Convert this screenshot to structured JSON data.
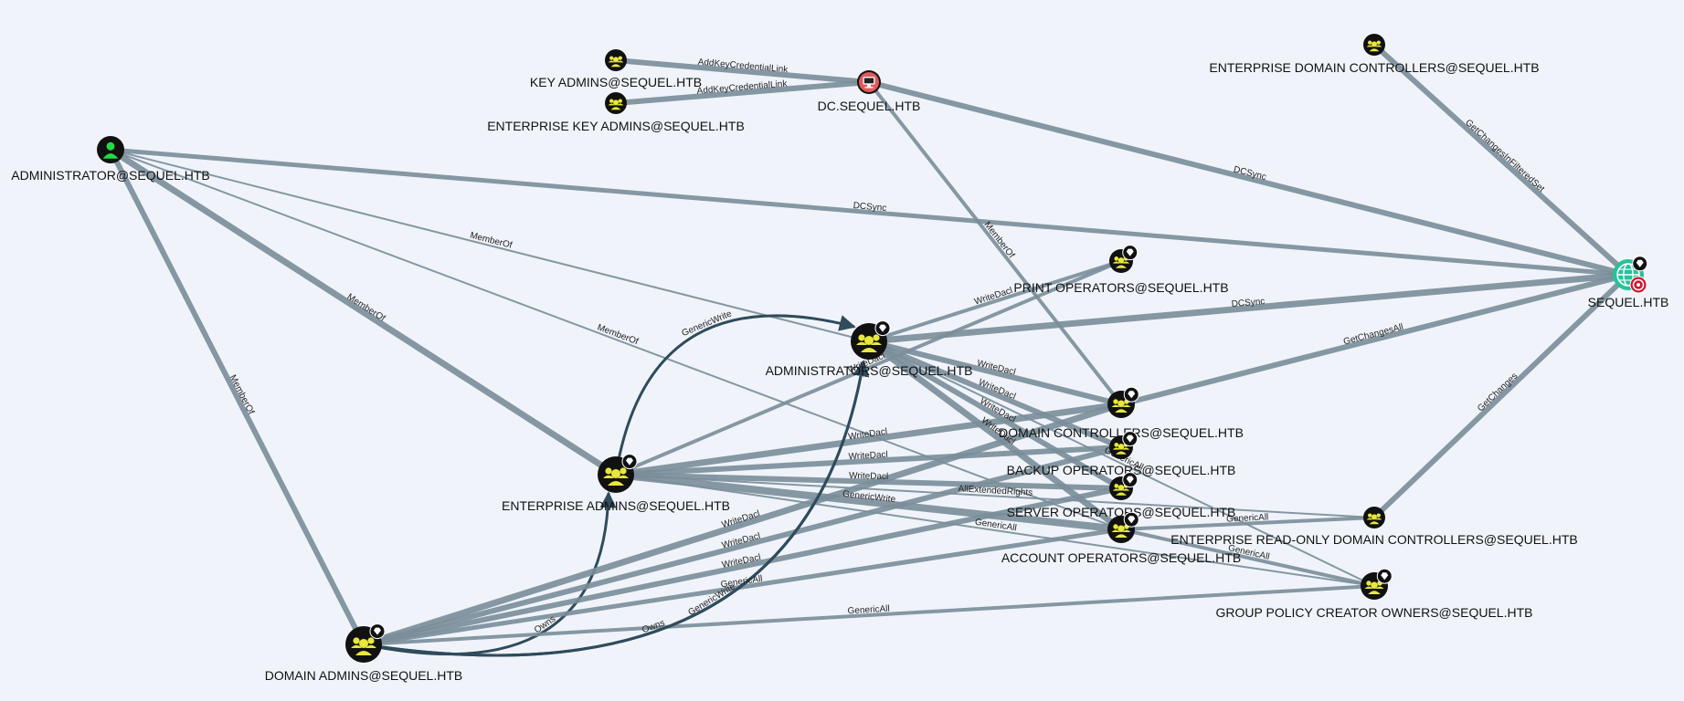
{
  "colors": {
    "background": "#f0f4fa",
    "edge": "#7a8e9a",
    "edge_highlight": "#2f4b5c",
    "group_fill": "#e8e83a",
    "user_fill": "#22dd44",
    "computer_fill": "#e05a5a",
    "domain_fill": "#26c29a",
    "target_badge": "#d0142c"
  },
  "nodes": [
    {
      "id": "key_admins",
      "label": "KEY ADMINS@SEQUEL.HTB",
      "kind": "group",
      "icon": "group-icon",
      "badge": false
    },
    {
      "id": "ent_key_admins",
      "label": "ENTERPRISE KEY ADMINS@SEQUEL.HTB",
      "kind": "group",
      "icon": "group-icon",
      "badge": false
    },
    {
      "id": "dc",
      "label": "DC.SEQUEL.HTB",
      "kind": "computer",
      "icon": "computer-icon",
      "badge": false
    },
    {
      "id": "edc",
      "label": "ENTERPRISE DOMAIN CONTROLLERS@SEQUEL.HTB",
      "kind": "group",
      "icon": "group-icon",
      "badge": false
    },
    {
      "id": "administrator",
      "label": "ADMINISTRATOR@SEQUEL.HTB",
      "kind": "user",
      "icon": "user-icon",
      "badge": false
    },
    {
      "id": "sequel",
      "label": "SEQUEL.HTB",
      "kind": "domain",
      "icon": "domain-icon",
      "badge": true,
      "target": true
    },
    {
      "id": "print_ops",
      "label": "PRINT OPERATORS@SEQUEL.HTB",
      "kind": "group",
      "icon": "group-icon",
      "badge": true
    },
    {
      "id": "administrators",
      "label": "ADMINISTRATORS@SEQUEL.HTB",
      "kind": "group",
      "icon": "group-icon",
      "badge": true
    },
    {
      "id": "dcs",
      "label": "DOMAIN CONTROLLERS@SEQUEL.HTB",
      "kind": "group",
      "icon": "group-icon",
      "badge": true
    },
    {
      "id": "backup_ops",
      "label": "BACKUP OPERATORS@SEQUEL.HTB",
      "kind": "group",
      "icon": "group-icon",
      "badge": true
    },
    {
      "id": "ent_admins",
      "label": "ENTERPRISE ADMINS@SEQUEL.HTB",
      "kind": "group",
      "icon": "group-icon",
      "badge": true
    },
    {
      "id": "server_ops",
      "label": "SERVER OPERATORS@SEQUEL.HTB",
      "kind": "group",
      "icon": "group-icon",
      "badge": true
    },
    {
      "id": "erodc",
      "label": "ENTERPRISE READ-ONLY DOMAIN CONTROLLERS@SEQUEL.HTB",
      "kind": "group",
      "icon": "group-icon",
      "badge": false
    },
    {
      "id": "account_ops",
      "label": "ACCOUNT OPERATORS@SEQUEL.HTB",
      "kind": "group",
      "icon": "group-icon",
      "badge": true
    },
    {
      "id": "gpco",
      "label": "GROUP POLICY CREATOR OWNERS@SEQUEL.HTB",
      "kind": "group",
      "icon": "group-icon",
      "badge": true
    },
    {
      "id": "domain_admins",
      "label": "DOMAIN ADMINS@SEQUEL.HTB",
      "kind": "group",
      "icon": "group-icon",
      "badge": true
    }
  ],
  "edges": [
    {
      "from": "key_admins",
      "to": "dc",
      "label": "AddKeyCredentialLink"
    },
    {
      "from": "ent_key_admins",
      "to": "dc",
      "label": "AddKeyCredentialLink"
    },
    {
      "from": "dc",
      "to": "sequel",
      "label": "DCSync"
    },
    {
      "from": "dc",
      "to": "dcs",
      "label": "MemberOf"
    },
    {
      "from": "edc",
      "to": "sequel",
      "label": "GetChangesInFilteredSet"
    },
    {
      "from": "administrator",
      "to": "sequel",
      "label": "DCSync"
    },
    {
      "from": "administrator",
      "to": "administrators",
      "label": "MemberOf"
    },
    {
      "from": "administrator",
      "to": "ent_admins",
      "label": "MemberOf"
    },
    {
      "from": "administrator",
      "to": "domain_admins",
      "label": "MemberOf"
    },
    {
      "from": "administrator",
      "to": "account_ops",
      "label": "MemberOf"
    },
    {
      "from": "administrators",
      "to": "sequel",
      "label": "DCSync"
    },
    {
      "from": "administrators",
      "to": "dcs",
      "label": "WriteDacl"
    },
    {
      "from": "administrators",
      "to": "backup_ops",
      "label": "WriteDacl"
    },
    {
      "from": "administrators",
      "to": "server_ops",
      "label": "WriteDacl"
    },
    {
      "from": "administrators",
      "to": "account_ops",
      "label": "WriteDacl"
    },
    {
      "from": "administrators",
      "to": "print_ops",
      "label": "WriteDacl"
    },
    {
      "from": "administrators",
      "to": "gpco",
      "label": "GenericAll"
    },
    {
      "from": "dcs",
      "to": "sequel",
      "label": "GetChangesAll"
    },
    {
      "from": "erodc",
      "to": "sequel",
      "label": "GetChanges"
    },
    {
      "from": "ent_admins",
      "to": "administrators",
      "label": "GenericWrite"
    },
    {
      "from": "ent_admins",
      "to": "dcs",
      "label": "WriteDacl"
    },
    {
      "from": "ent_admins",
      "to": "backup_ops",
      "label": "WriteDacl"
    },
    {
      "from": "ent_admins",
      "to": "server_ops",
      "label": "WriteDacl"
    },
    {
      "from": "ent_admins",
      "to": "account_ops",
      "label": "GenericWrite"
    },
    {
      "from": "ent_admins",
      "to": "print_ops",
      "label": "WriteDacl"
    },
    {
      "from": "ent_admins",
      "to": "gpco",
      "label": "GenericAll"
    },
    {
      "from": "ent_admins",
      "to": "erodc",
      "label": "AllExtendedRights"
    },
    {
      "from": "domain_admins",
      "to": "ent_admins",
      "label": "Owns"
    },
    {
      "from": "domain_admins",
      "to": "dcs",
      "label": "WriteDacl"
    },
    {
      "from": "domain_admins",
      "to": "backup_ops",
      "label": "WriteDacl"
    },
    {
      "from": "domain_admins",
      "to": "server_ops",
      "label": "WriteDacl"
    },
    {
      "from": "domain_admins",
      "to": "account_ops",
      "label": "GenericAll"
    },
    {
      "from": "domain_admins",
      "to": "gpco",
      "label": "GenericAll"
    },
    {
      "from": "domain_admins",
      "to": "administrators",
      "label": "GenericWrite"
    },
    {
      "from": "domain_admins",
      "to": "administrators",
      "label": "Owns"
    },
    {
      "from": "account_ops",
      "to": "erodc",
      "label": "GenericAll"
    },
    {
      "from": "account_ops",
      "to": "gpco",
      "label": "GenericAll"
    }
  ]
}
